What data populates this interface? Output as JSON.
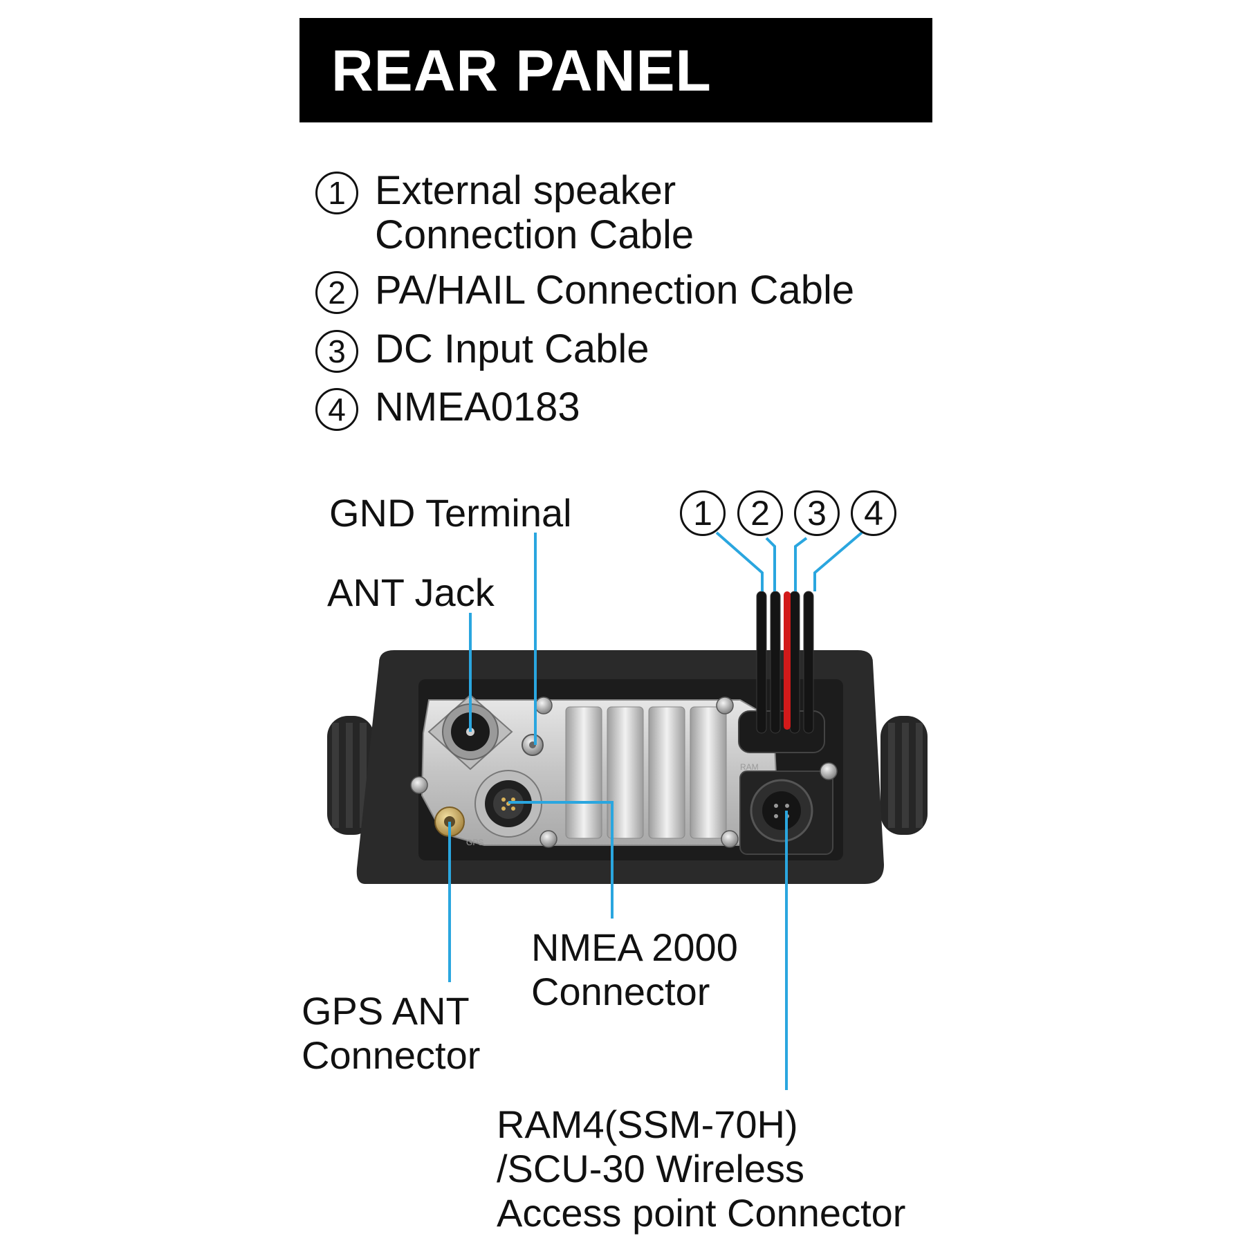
{
  "header": {
    "title": "REAR PANEL"
  },
  "legend": [
    {
      "number": "1",
      "lines": [
        "External speaker",
        "Connection Cable"
      ]
    },
    {
      "number": "2",
      "lines": [
        "PA/HAIL  Connection Cable"
      ]
    },
    {
      "number": "3",
      "lines": [
        "DC Input Cable"
      ]
    },
    {
      "number": "4",
      "lines": [
        "NMEA0183"
      ]
    }
  ],
  "callouts": {
    "gnd_terminal": "GND Terminal",
    "ant_jack": "ANT Jack",
    "nmea2000": [
      "NMEA 2000",
      "Connector"
    ],
    "gps_ant": [
      "GPS ANT",
      "Connector"
    ],
    "ram4": [
      "RAM4(SSM-70H)",
      "/SCU-30 Wireless",
      "Access point Connector"
    ]
  },
  "cable_numbers": [
    "1",
    "2",
    "3",
    "4"
  ],
  "device_markings": {
    "ram": "RAM",
    "gps": "GPS"
  },
  "colors": {
    "leader": "#2aa6df",
    "header_bg": "#000000",
    "cable_red": "#d21a1a",
    "cable_black": "#141414"
  }
}
